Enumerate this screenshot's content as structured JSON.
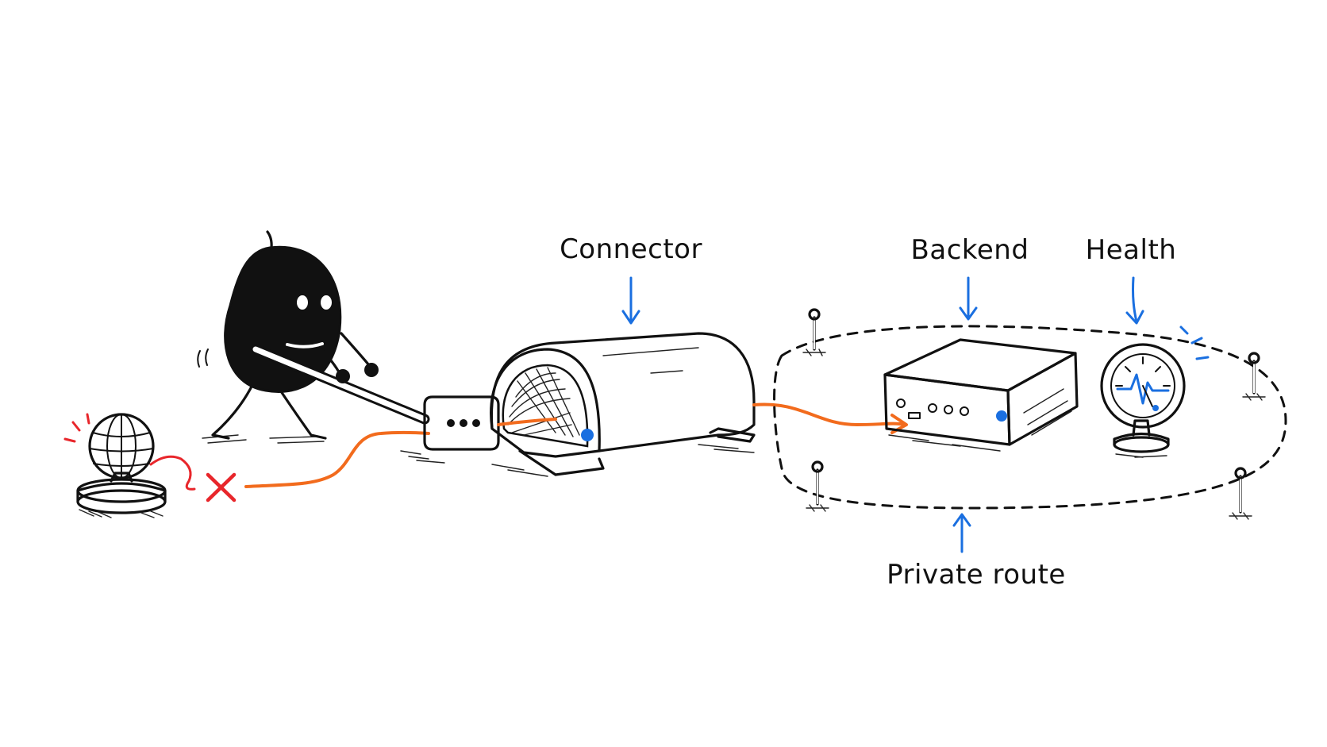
{
  "labels": {
    "connector": "Connector",
    "backend": "Backend",
    "health": "Health",
    "private_route": "Private route"
  },
  "colors": {
    "ink": "#111111",
    "accent_blue": "#1a6fe0",
    "traffic_orange": "#f26b1d",
    "blocked_red": "#e8262b",
    "background": "#ffffff"
  },
  "icons": {
    "character": "black-bean-character-icon",
    "globe": "globe-icon",
    "blocked": "red-x-icon",
    "connector": "tunnel-connector-icon",
    "plug": "plug-adapter-icon",
    "backend": "server-box-icon",
    "health": "health-gauge-icon",
    "fence_post": "fence-post-icon"
  }
}
